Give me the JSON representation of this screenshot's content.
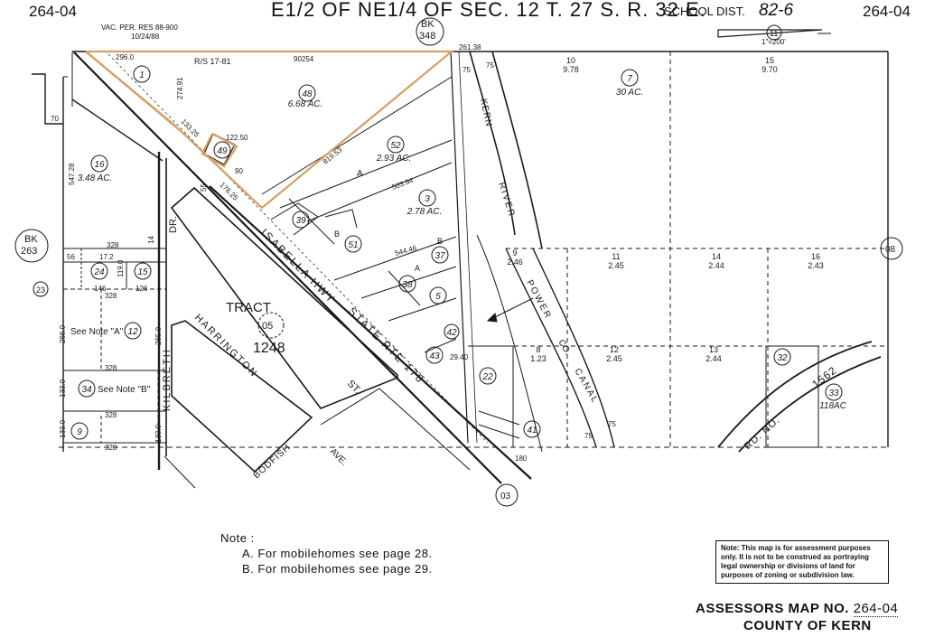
{
  "header": {
    "sheet_left": "264-04",
    "sheet_right": "264-04",
    "title": "E1/2 OF NE1/4 OF SEC. 12   T. 27 S.  R. 32 E.",
    "school_label": "SCHOOL  DIST.",
    "school_district": "82-6",
    "vacation_note_1": "VAC. PER. RES 88-900",
    "vacation_note_2": "10/24/88",
    "scale": "1\"=200'",
    "north_number": "11"
  },
  "map_labels": {
    "book_top": "BK",
    "book_top_num": "348",
    "book_left": "BK",
    "book_left_num": "263",
    "adj_right": "08",
    "adj_bottom": "03",
    "adj_left": "23",
    "rs": "R/S 17-81",
    "tract_word": "TRACT",
    "tract_circle": "05",
    "tract_num": "1248",
    "letter_a": "A",
    "letter_a2": "A",
    "letter_b": "B",
    "letter_b2": "B"
  },
  "streets": {
    "hwy": "ISABELLA   HWY",
    "state_rte": "STATE    RTE   178",
    "harrington": "HARRINGTON",
    "st": "ST.",
    "kilbreth": "KILBRETH",
    "dr": "DR.",
    "bodfish": "BODFISH",
    "ave": "AVE.",
    "road": "RD. NO.",
    "road_num": "1562",
    "kern": "KERN",
    "river": "RIVER",
    "power": "POWER",
    "co": "CO.",
    "canal": "CANAL"
  },
  "parcels": [
    {
      "num": "1",
      "acres": ""
    },
    {
      "num": "48",
      "acres": "6.68 AC."
    },
    {
      "num": "52",
      "acres": "2.93 AC."
    },
    {
      "num": "3",
      "acres": "2.78 AC."
    },
    {
      "num": "7",
      "acres": "30 AC."
    },
    {
      "num": "16",
      "acres": "3.48 AC."
    },
    {
      "num": "49",
      "acres": ""
    },
    {
      "num": "39",
      "acres": ""
    },
    {
      "num": "51",
      "acres": ""
    },
    {
      "num": "37",
      "acres": ""
    },
    {
      "num": "38",
      "acres": ""
    },
    {
      "num": "5",
      "acres": ""
    },
    {
      "num": "24",
      "acres": ""
    },
    {
      "num": "15",
      "acres": ""
    },
    {
      "num": "12",
      "acres": ""
    },
    {
      "num": "34",
      "acres": ""
    },
    {
      "num": "9",
      "acres": ""
    },
    {
      "num": "43",
      "acres": ""
    },
    {
      "num": "22",
      "acres": ""
    },
    {
      "num": "41",
      "acres": ""
    },
    {
      "num": "32",
      "acres": ""
    },
    {
      "num": "33",
      "acres": "118AC"
    },
    {
      "num": "42",
      "acres": ""
    }
  ],
  "notes_on_map": {
    "see_a": "See  Note \"A\"",
    "see_b": "See  Note \"B\""
  },
  "subdivisions": [
    {
      "num": "10",
      "val": "9.78"
    },
    {
      "num": "15",
      "val": "9.70"
    },
    {
      "num": "11",
      "val": "2.45"
    },
    {
      "num": "14",
      "val": "2.44"
    },
    {
      "num": "16",
      "val": "2.43"
    },
    {
      "num": "12",
      "val": "2.45"
    },
    {
      "num": "13",
      "val": "2.44"
    },
    {
      "num": "8",
      "val": "1.23"
    },
    {
      "num": "9",
      "val": "2.46"
    }
  ],
  "dimensions": {
    "d296": "296.0",
    "d90254": "90254",
    "d26138": "261.38",
    "d274": "274.91",
    "d70": "70",
    "d547": "547.28",
    "d328a": "328",
    "d172": "17.2",
    "d56": "56",
    "d146": "146",
    "d126": "126",
    "d328b": "328",
    "d2660": "266.0",
    "d2650": "265.0",
    "d1190": "119.0",
    "d328c": "328",
    "d1330": "133.0",
    "d328d": "328",
    "d1330b": "133.0",
    "d328e": "328",
    "d1330c": "133.0",
    "d55": "55",
    "d12250": "122.50",
    "d90": "90",
    "d17625": "176.25",
    "d81953": "819.53",
    "d50393": "503.94",
    "d54446": "544.46",
    "d13325": "133.25",
    "d75": "75",
    "d75b": "75",
    "d75c": "75",
    "d75d": "75",
    "d180": "180",
    "d2940": "29.40",
    "d14": "14"
  },
  "notes": {
    "heading": "Note :",
    "a": "A. For  mobilehomes  see  page  28.",
    "b": "B. For  mobilehomes  see  page  29."
  },
  "disclaimer": "Note: This map is for assessment purposes only. It is not to be construed as portraying legal ownership or divisions of land for purposes of zoning or subdivision law.",
  "footer": {
    "map_label": "ASSESSORS  MAP  NO.",
    "map_no": "264-04",
    "county": "COUNTY  OF  KERN"
  },
  "colors": {
    "ink": "#1a1a1a",
    "highlight": "#d4a062",
    "paper": "#ffffff"
  }
}
